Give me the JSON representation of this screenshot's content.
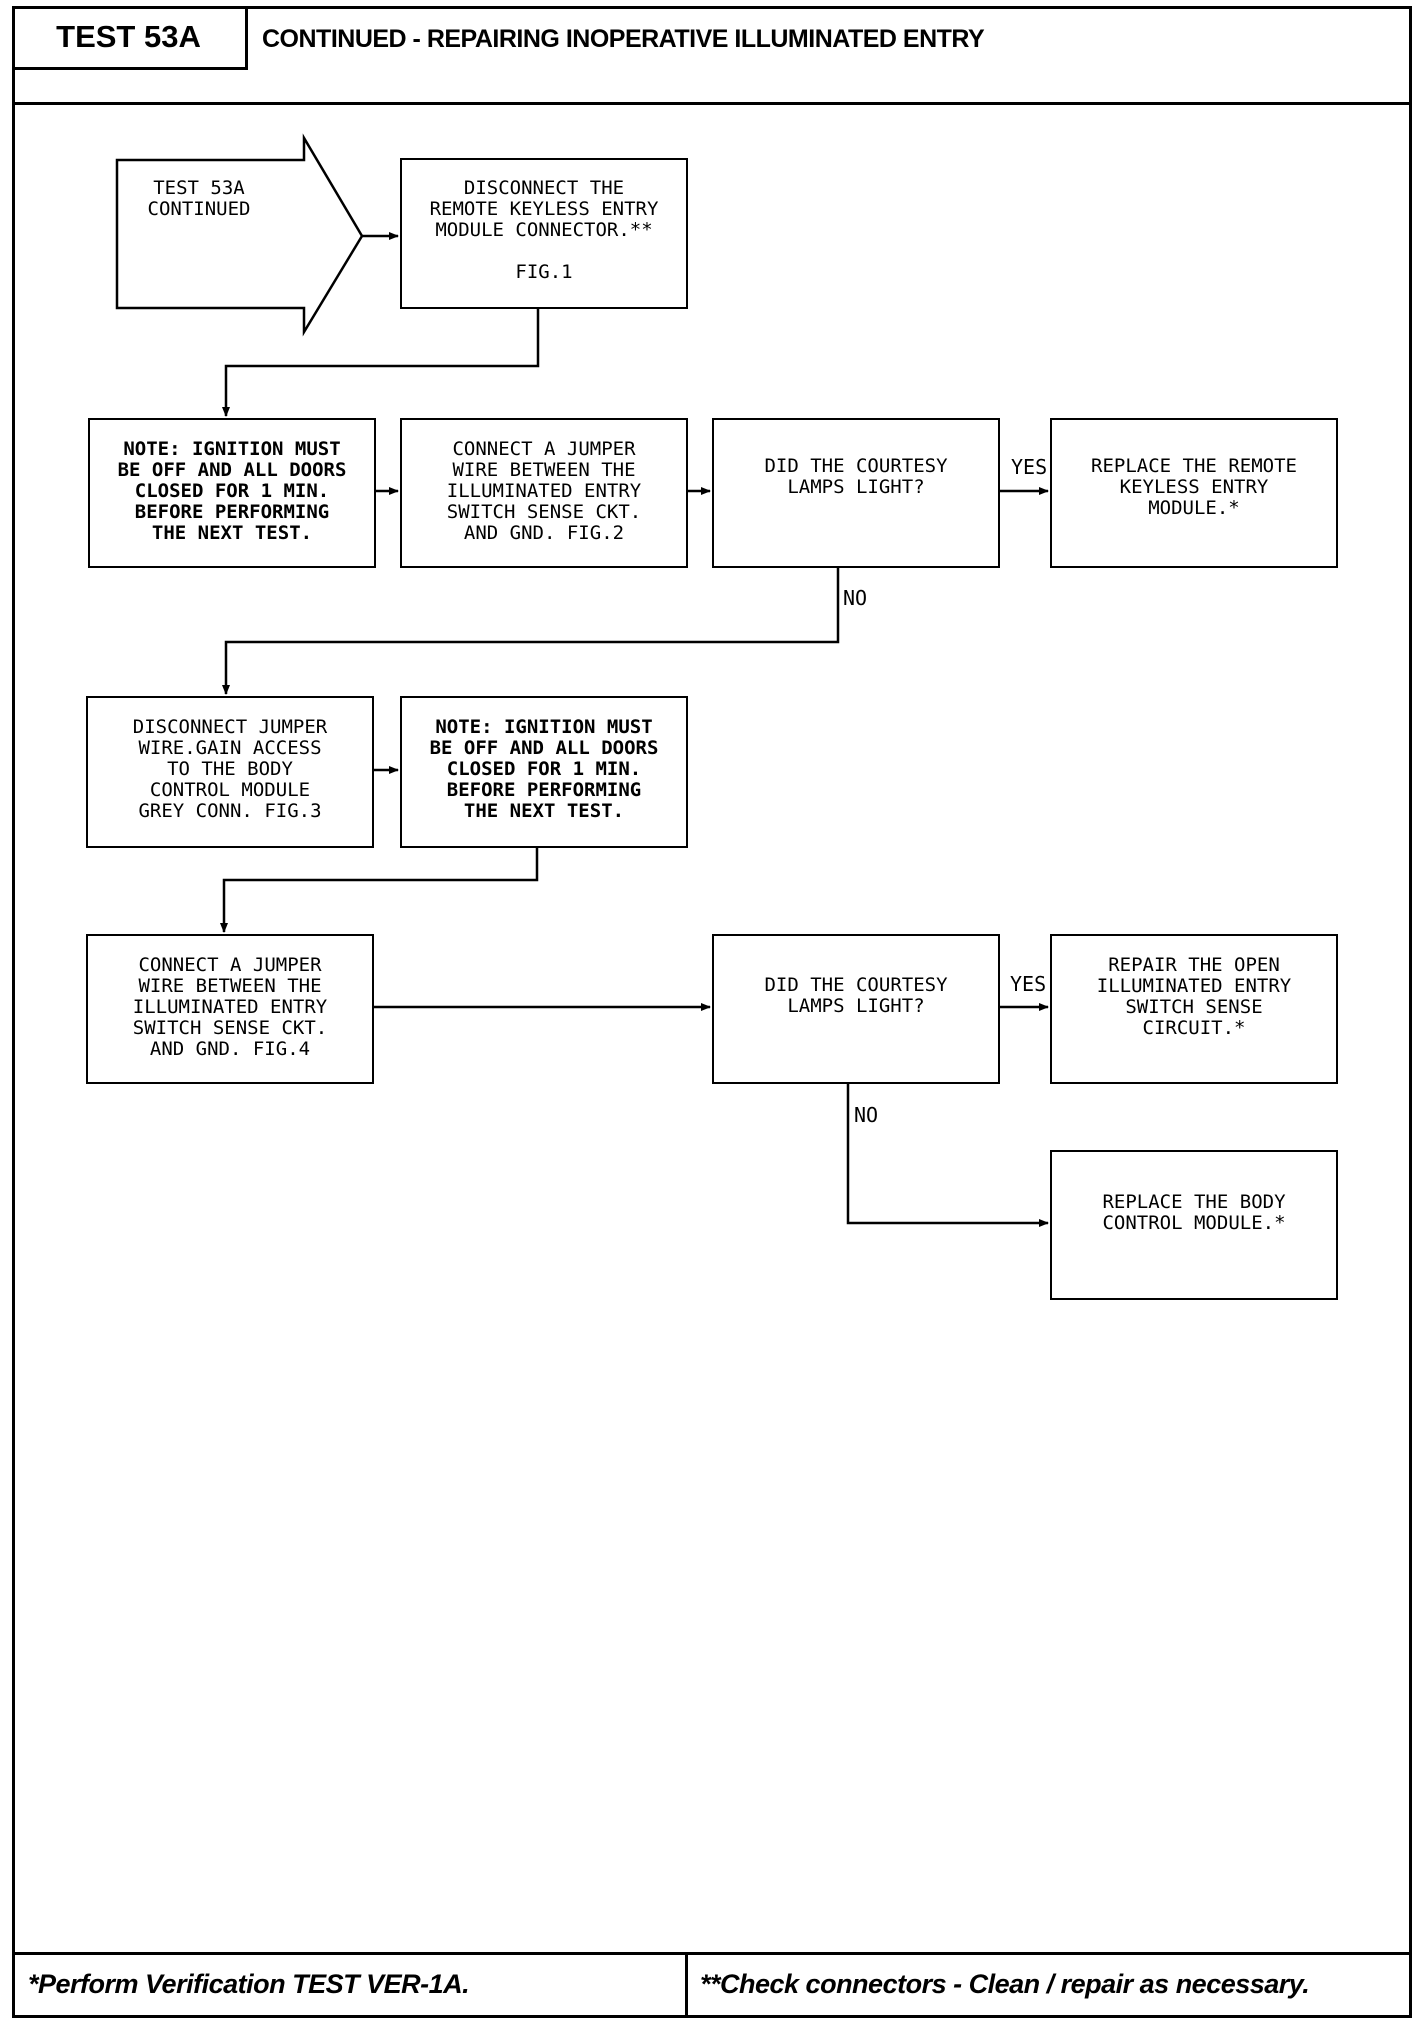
{
  "header": {
    "test_id": "TEST 53A",
    "title": "CONTINUED - REPAIRING INOPERATIVE ILLUMINATED ENTRY"
  },
  "flow": {
    "start": "TEST 53A\nCONTINUED",
    "step1": "DISCONNECT THE\nREMOTE KEYLESS ENTRY\nMODULE CONNECTOR.**\n\nFIG.1",
    "note1": "NOTE: IGNITION MUST\nBE OFF AND ALL DOORS\nCLOSED FOR 1 MIN.\nBEFORE PERFORMING\nTHE NEXT TEST.",
    "step2": "CONNECT A JUMPER\nWIRE BETWEEN THE\nILLUMINATED ENTRY\nSWITCH SENSE CKT.\nAND GND. FIG.2",
    "decision1": "DID THE COURTESY\nLAMPS LIGHT?",
    "result1": "REPLACE THE REMOTE\nKEYLESS ENTRY\nMODULE.*",
    "step3": "DISCONNECT JUMPER\nWIRE.GAIN ACCESS\nTO THE BODY\nCONTROL MODULE\nGREY CONN. FIG.3",
    "note2": "NOTE: IGNITION MUST\nBE OFF AND ALL DOORS\nCLOSED FOR 1 MIN.\nBEFORE PERFORMING\nTHE NEXT TEST.",
    "step4": "CONNECT A JUMPER\nWIRE BETWEEN THE\nILLUMINATED ENTRY\nSWITCH SENSE CKT.\nAND GND. FIG.4",
    "decision2": "DID THE COURTESY\nLAMPS LIGHT?",
    "result2": "REPAIR THE OPEN\nILLUMINATED ENTRY\nSWITCH SENSE\nCIRCUIT.*",
    "result3": "REPLACE THE BODY\nCONTROL MODULE.*",
    "yes_label": "YES",
    "no_label": "NO"
  },
  "footer": {
    "left": "*Perform Verification TEST VER-1A.",
    "right": "**Check connectors - Clean / repair as necessary."
  }
}
